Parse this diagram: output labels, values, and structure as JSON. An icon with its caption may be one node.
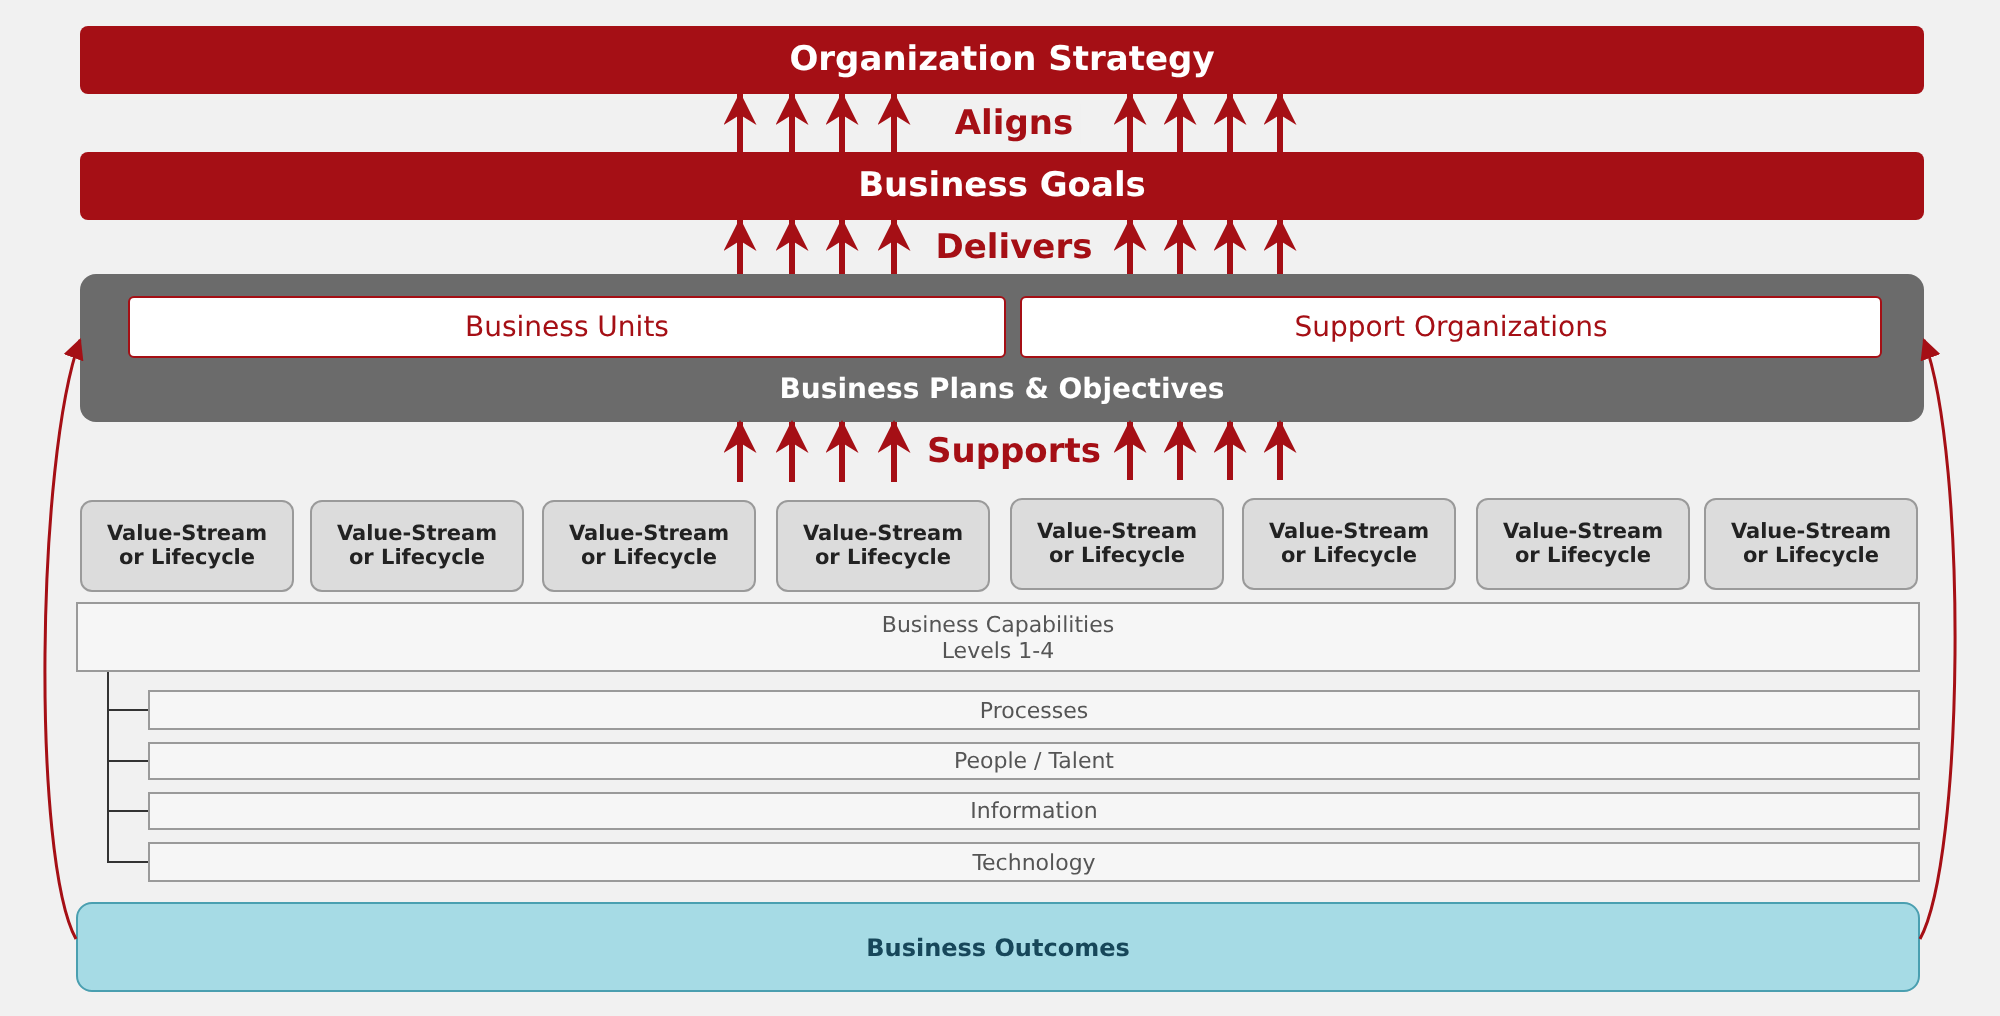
{
  "diagram": {
    "nodes": [
      {
        "text": [
          "Organization Strategy"
        ]
      },
      {
        "text": [
          "Business Goals"
        ]
      },
      {
        "text": [
          "Business Plans & Objectives"
        ]
      },
      {
        "text": [
          "Business Units"
        ],
        "in": 2
      },
      {
        "text": [
          "Support Organizations"
        ],
        "in": 2
      },
      {
        "text": [
          "Value-Stream or Lifecycle"
        ]
      },
      {
        "text": [
          "Value-Stream or Lifecycle"
        ]
      },
      {
        "text": [
          "Value-Stream or Lifecycle"
        ]
      },
      {
        "text": [
          "Value-Stream or Lifecycle"
        ]
      },
      {
        "text": [
          "Value-Stream or Lifecycle"
        ]
      },
      {
        "text": [
          "Value-Stream or Lifecycle"
        ]
      },
      {
        "text": [
          "Value-Stream or Lifecycle"
        ]
      },
      {
        "text": [
          "Value-Stream or Lifecycle"
        ]
      },
      {
        "text": [
          "Business Capabilities Levels 1-4"
        ]
      },
      {
        "text": [
          "Processes"
        ]
      },
      {
        "text": [
          "People / Talent"
        ]
      },
      {
        "text": [
          "Information"
        ]
      },
      {
        "text": [
          "Technology"
        ]
      },
      {
        "text": [
          "Business Outcomes"
        ]
      }
    ],
    "edges": [
      {
        "from": 1,
        "to": 0,
        "arrow": "to",
        "label": "Aligns",
        "style": "thick"
      },
      {
        "from": 2,
        "to": 1,
        "arrow": "to",
        "label": "Delivers",
        "style": "thick"
      },
      {
        "from": 8,
        "to": 2,
        "arrow": "to",
        "label": "Supports",
        "style": "thick"
      },
      {
        "from": 18,
        "to": 2,
        "arrow": "to"
      },
      {
        "from": 18,
        "to": 2,
        "arrow": "to"
      },
      {
        "from": 13,
        "to": 14,
        "arrow": "none",
        "color": "#333333"
      },
      {
        "from": 13,
        "to": 15,
        "arrow": "none",
        "color": "#333333"
      },
      {
        "from": 13,
        "to": 16,
        "arrow": "none",
        "color": "#333333"
      },
      {
        "from": 13,
        "to": 17,
        "arrow": "none",
        "color": "#333333"
      },
      {
        "from": 7,
        "to": 2,
        "arrow": "to",
        "style": "thick"
      },
      {
        "from": 9,
        "to": 2,
        "arrow": "to",
        "style": "thick"
      },
      {
        "from": 10,
        "to": 2,
        "arrow": "to",
        "style": "thick"
      }
    ]
  }
}
